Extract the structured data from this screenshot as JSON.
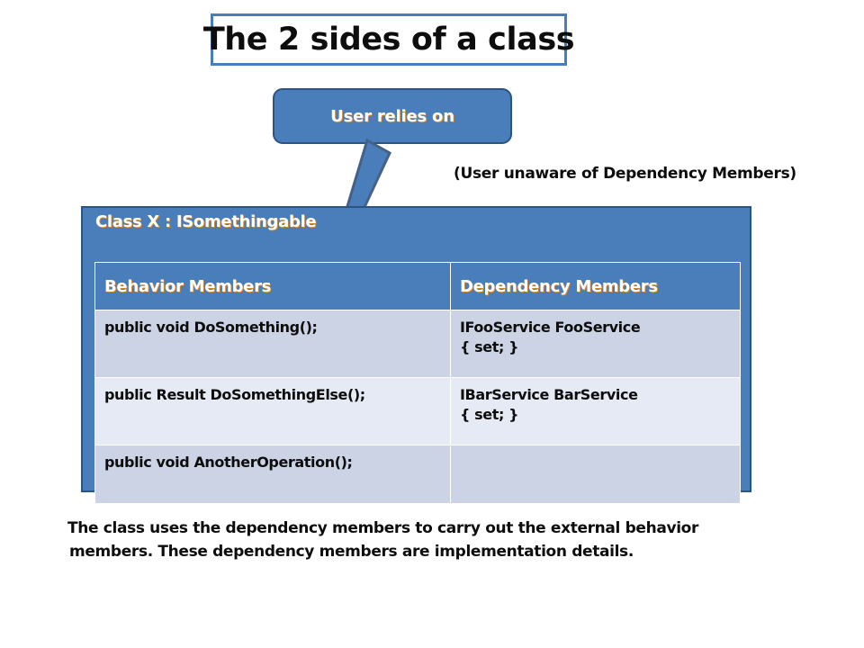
{
  "slide": {
    "title": "The 2 sides of a class",
    "callout": {
      "label": "User relies on",
      "icon": "down-left-arrow-icon"
    },
    "annotation": "(User unaware of Dependency Members)",
    "class_panel": {
      "class_title": "Class X : ISomethingable",
      "table": {
        "columns": [
          "Behavior Members",
          "Dependency Members"
        ],
        "rows": [
          {
            "behavior": [
              "public void DoSomething();"
            ],
            "dependency": [
              "IFooService FooService",
              "{ set; }"
            ]
          },
          {
            "behavior": [
              "public Result DoSomethingElse();"
            ],
            "dependency": [
              "IBarService BarService",
              "{ set; }"
            ]
          },
          {
            "behavior": [
              "public void AnotherOperation();"
            ],
            "dependency": [
              "",
              ""
            ]
          }
        ]
      }
    },
    "caption": {
      "line_1": "The class uses the dependency members to carry out the external behavior",
      "line_2": "members. These dependency members are implementation details."
    },
    "colors": {
      "accent_blue": "#4a7ebb",
      "border_navy": "#2d5380",
      "row_shade_dark": "#ccd3e5",
      "row_shade_light": "#e6eaf4",
      "text_dark": "#0d0d0d",
      "text_light": "#ffffff",
      "text_shadow_gold": "#c98a3a"
    }
  }
}
